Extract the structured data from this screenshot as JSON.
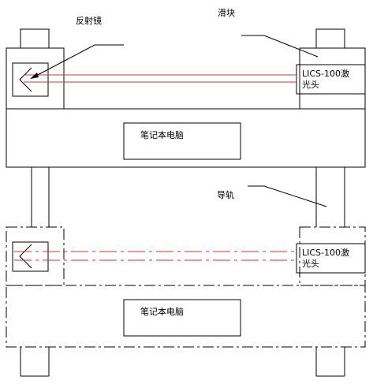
{
  "labels": {
    "mirror": "反射镜",
    "slider": "滑块",
    "rail": "导轨"
  },
  "top_assembly": {
    "laptop": "笔记本电脑",
    "laser_head_line1": "LICS-100激",
    "laser_head_line2": "光头"
  },
  "bottom_assembly": {
    "laptop": "笔记本电脑",
    "laser_head_line1": "LICS-100激",
    "laser_head_line2": "光头"
  },
  "colors": {
    "line": "#000000",
    "beam": "#e03030"
  }
}
